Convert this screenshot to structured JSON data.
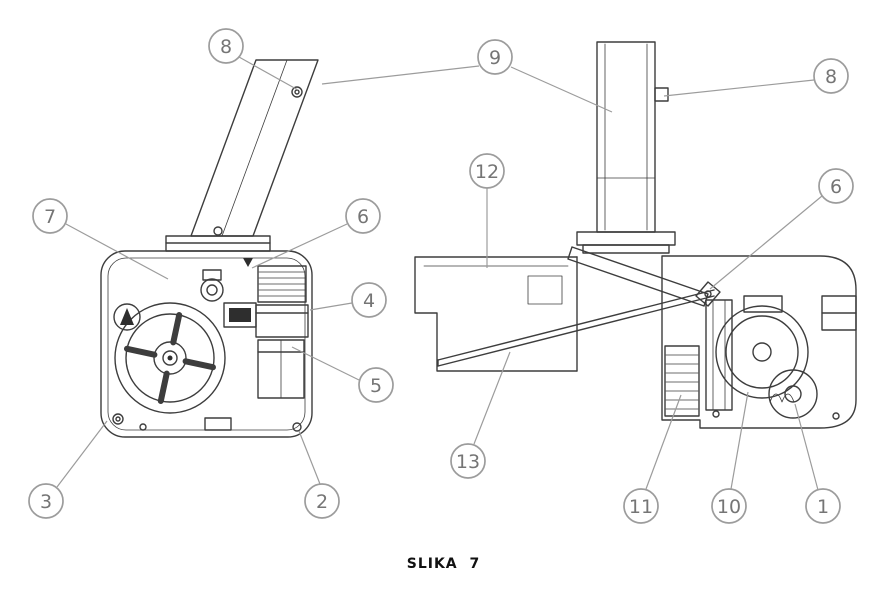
{
  "figure": {
    "caption": "SLIKA 7"
  },
  "colors": {
    "ink": "#3d3d3d",
    "callout_stroke": "#9c9c9c",
    "callout_text": "#757575",
    "background": "#ffffff"
  },
  "callouts": [
    {
      "label": "8"
    },
    {
      "label": "9"
    },
    {
      "label": "8"
    },
    {
      "label": "12"
    },
    {
      "label": "6"
    },
    {
      "label": "7"
    },
    {
      "label": "6"
    },
    {
      "label": "4"
    },
    {
      "label": "5"
    },
    {
      "label": "13"
    },
    {
      "label": "3"
    },
    {
      "label": "2"
    },
    {
      "label": "11"
    },
    {
      "label": "10"
    },
    {
      "label": "1"
    }
  ]
}
